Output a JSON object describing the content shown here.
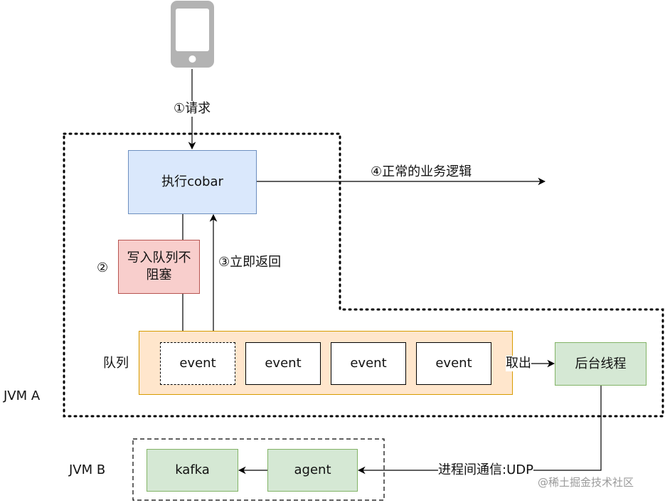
{
  "nodes": {
    "exec": "执行cobar",
    "write": "写入队列不阻塞",
    "event1": "event",
    "event2": "event",
    "event3": "event",
    "event4": "event",
    "thread": "后台线程",
    "kafka": "kafka",
    "agent": "agent"
  },
  "labels": {
    "request": "①请求",
    "normal": "④正常的业务逻辑",
    "step2": "②",
    "return": "③立即返回",
    "queue": "队列",
    "take": "取出",
    "jvm_a": "JVM A",
    "jvm_b": "JVM B",
    "ipc": "进程间通信:UDP"
  },
  "watermark": "@稀土掘金技术社区",
  "icons": {
    "client": "smartphone-icon"
  },
  "colors": {
    "blue_fill": "#dae8fc",
    "red_fill": "#f8cecc",
    "orange_fill": "#ffe6cc",
    "green_fill": "#d5e8d4"
  }
}
